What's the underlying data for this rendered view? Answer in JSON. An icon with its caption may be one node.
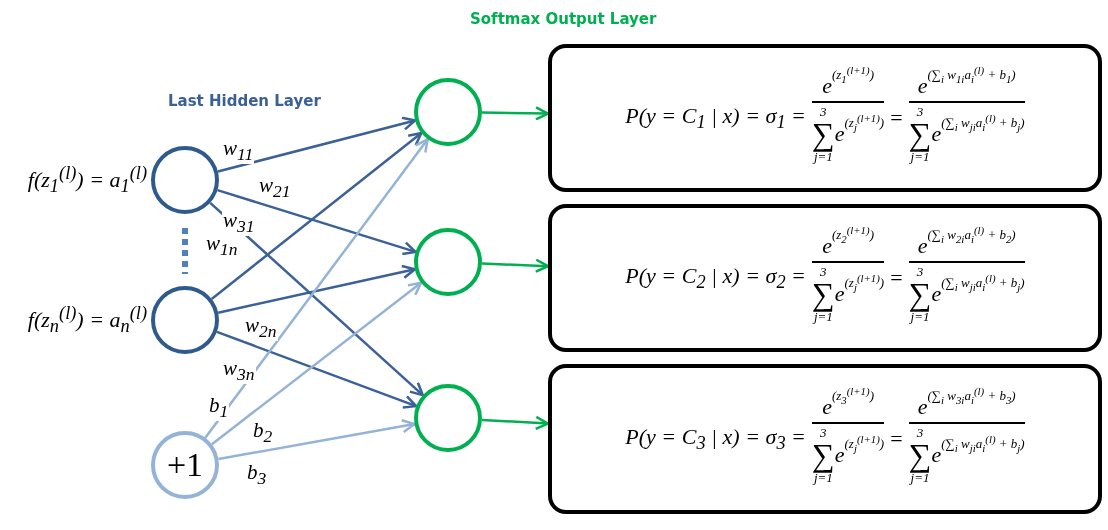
{
  "diagram": {
    "nodes": [
      {
        "text": [],
        "shape": "circle",
        "beside": [
          "f(z$_{1}$$^{(l)}$) = a$_{1}$$^{(l)}$"
        ]
      },
      {
        "text": [],
        "shape": "circle",
        "beside": [
          "f(z$_{n}$$^{(l)}$) = a$_{n}$$^{(l)}$"
        ]
      },
      {
        "text": [
          "+1"
        ]
      },
      {
        "text": [],
        "shape": "circle"
      },
      {
        "text": [],
        "shape": "circle"
      },
      {
        "text": [],
        "shape": "circle"
      },
      {
        "text": [
          "P(y = C$_{1}$ | x) = σ$_{1}$ =",
          "e",
          "(z$_{1}$$^{(l+1)}$)",
          "3",
          "∑",
          "j=1",
          "e",
          "(z$_{j}$$^{(l+1)}$)",
          "=",
          "e",
          "(∑$_{i}$ w$_{1i}$a$_{i}$$^{(l)}$ + b$_{1}$)",
          "3",
          "∑",
          "j=1",
          "e",
          "(∑$_{i}$ w$_{ji}$a$_{i}$$^{(l)}$ + b$_{j}$)"
        ]
      },
      {
        "text": [
          "P(y = C$_{2}$ | x) = σ$_{2}$ =",
          "e",
          "(z$_{2}$$^{(l+1)}$)",
          "3",
          "∑",
          "j=1",
          "e",
          "(z$_{j}$$^{(l+1)}$)",
          "=",
          "e",
          "(∑$_{i}$ w$_{2i}$a$_{i}$$^{(l)}$ + b$_{2}$)",
          "3",
          "∑",
          "j=1",
          "e",
          "(∑$_{i}$ w$_{ji}$a$_{i}$$^{(l)}$ + b$_{j}$)"
        ]
      },
      {
        "text": [
          "P(y = C$_{3}$ | x) = σ$_{3}$ =",
          "e",
          "(z$_{3}$$^{(l+1)}$)",
          "3",
          "∑",
          "j=1",
          "e",
          "(z$_{j}$$^{(l+1)}$)",
          "=",
          "e",
          "(∑$_{i}$ w$_{3i}$a$_{i}$$^{(l)}$ + b$_{3}$)",
          "3",
          "∑",
          "j=1",
          "e",
          "(∑$_{i}$ w$_{ji}$a$_{i}$$^{(l)}$ + b$_{j}$)"
        ]
      }
    ],
    "edges": [
      {
        "from": 0,
        "to": 3,
        "arrow": "to",
        "label": "w$_{11}$"
      },
      {
        "from": 0,
        "to": 4,
        "arrow": "to",
        "label": "w$_{21}$"
      },
      {
        "from": 0,
        "to": 5,
        "arrow": "to",
        "label": "w$_{31}$"
      },
      {
        "from": 1,
        "to": 3,
        "arrow": "to",
        "label": "w$_{1n}$"
      },
      {
        "from": 1,
        "to": 4,
        "arrow": "to",
        "label": "w$_{2n}$"
      },
      {
        "from": 1,
        "to": 5,
        "arrow": "to",
        "label": "w$_{3n}$"
      },
      {
        "from": 2,
        "to": 3,
        "arrow": "to",
        "label": "b$_{1}$",
        "color": "#95b3d7"
      },
      {
        "from": 2,
        "to": 4,
        "arrow": "to",
        "label": "b$_{2}$",
        "color": "#95b3d7"
      },
      {
        "from": 2,
        "to": 5,
        "arrow": "to",
        "label": "b$_{3}$",
        "color": "#95b3d7"
      },
      {
        "from": 3,
        "to": 6,
        "arrow": "to",
        "color": "#00b050"
      },
      {
        "from": 4,
        "to": 7,
        "arrow": "to",
        "color": "#00b050"
      },
      {
        "from": 5,
        "to": 8,
        "arrow": "to",
        "color": "#00b050"
      }
    ],
    "labels": [
      "Softmax Output Layer",
      "Last Hidden Layer"
    ]
  }
}
